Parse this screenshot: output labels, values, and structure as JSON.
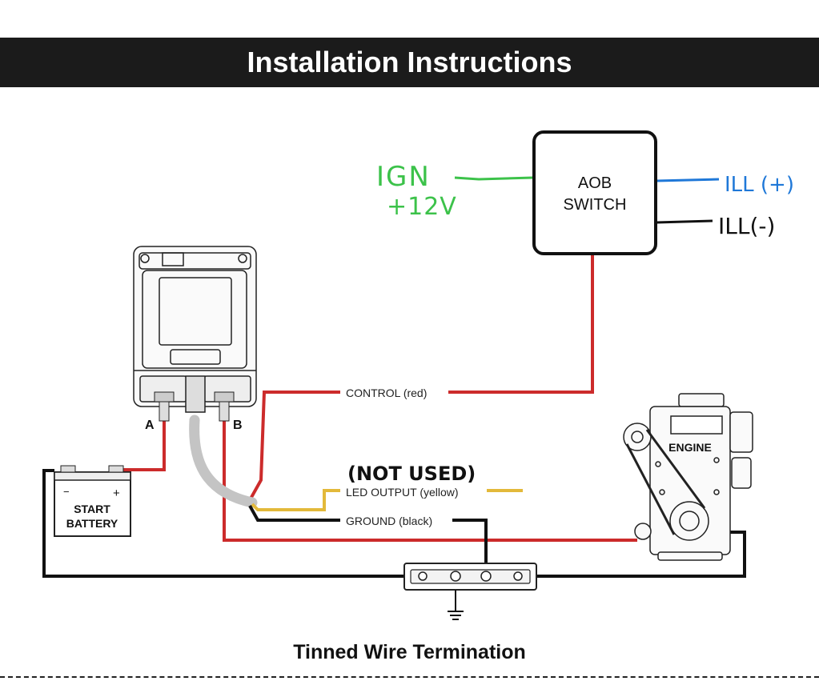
{
  "header": {
    "title": "Installation Instructions"
  },
  "switch": {
    "line1": "AOB",
    "line2": "SWITCH"
  },
  "notes": {
    "ign_line1": "IGN",
    "ign_line2": "+12V",
    "ill_pos": "ILL (+)",
    "ill_neg": "ILL(-)",
    "not_used": "(NOT USED)"
  },
  "wires": {
    "control": "CONTROL (red)",
    "led_output": "LED OUTPUT (yellow)",
    "ground": "GROUND (black)"
  },
  "terminals": {
    "a": "A",
    "b": "B"
  },
  "battery": {
    "line1": "START",
    "line2": "BATTERY",
    "minus": "−",
    "plus": "+"
  },
  "engine": {
    "label": "ENGINE"
  },
  "footer": {
    "title": "Tinned Wire Termination"
  },
  "colors": {
    "red": "#cc2b2b",
    "yellow": "#e3b93a",
    "black": "#111111",
    "green": "#3cc24a",
    "blue": "#1f78d8",
    "gray": "#c4c4c4"
  }
}
